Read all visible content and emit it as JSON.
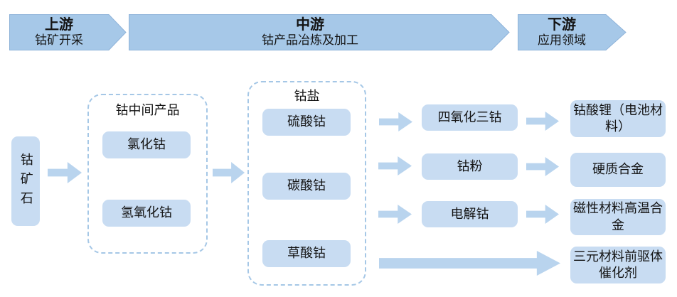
{
  "banners": [
    {
      "title": "上游",
      "subtitle": "钴矿开采"
    },
    {
      "title": "中游",
      "subtitle": "钴产品冶炼及加工"
    },
    {
      "title": "下游",
      "subtitle": "应用领域"
    }
  ],
  "upstream": {
    "ore": "钴矿石"
  },
  "intermediate": {
    "label": "钴中间产品",
    "items": [
      "氯化钴",
      "氢氧化钴"
    ]
  },
  "salts": {
    "label": "钴盐",
    "items": [
      "硫酸钴",
      "碳酸钴",
      "草酸钴"
    ]
  },
  "products": [
    "四氧化三钴",
    "钴粉",
    "电解钴"
  ],
  "applications": [
    "钴酸锂（电池材料）",
    "硬质合金",
    "磁性材料高温合金",
    "三元材料前驱体催化剂"
  ],
  "colors": {
    "banner_fill": "#a6c8e8",
    "banner_border": "#8fb3d9",
    "box_fill": "#c8dcf2",
    "arrow_fill": "#b9d4ee",
    "dashed_border": "#a5c7e6",
    "text": "#141414",
    "background": "#ffffff"
  }
}
